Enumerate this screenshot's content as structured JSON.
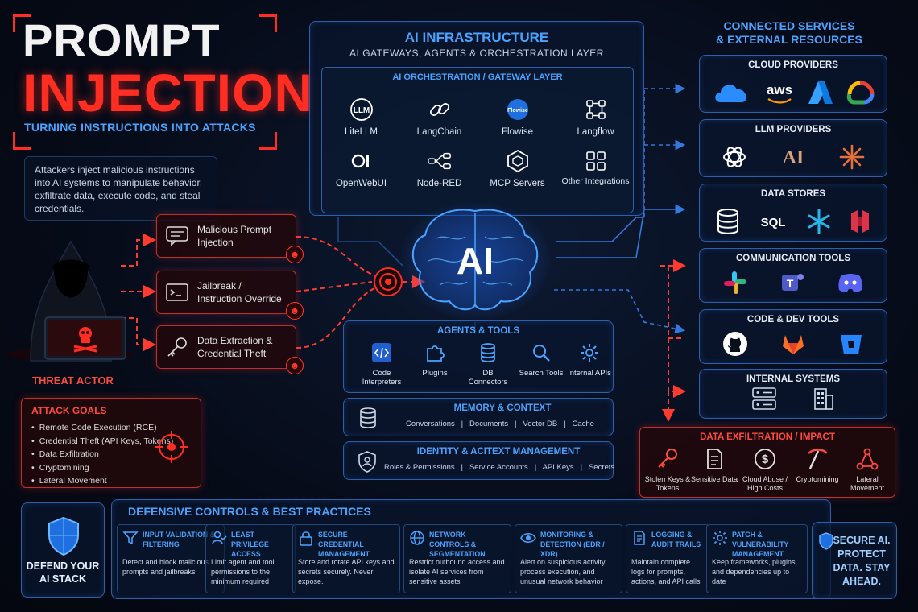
{
  "title": {
    "line1": "PROMPT",
    "line2": "INJECTION",
    "tagline": "TURNING INSTRUCTIONS INTO ATTACKS"
  },
  "intro": "Attackers inject malicious instructions into AI systems to manipulate behavior, exfiltrate data, execute code, and steal credentials.",
  "threat_actor": {
    "label": "THREAT ACTOR"
  },
  "attacks": [
    {
      "label": "Malicious Prompt Injection",
      "icon": "chat-icon"
    },
    {
      "label": "Jailbreak / Instruction Override",
      "icon": "terminal-icon"
    },
    {
      "label": "Data Extraction & Credential Theft",
      "icon": "key-icon"
    }
  ],
  "attack_goals": {
    "title": "ATTACK GOALS",
    "items": [
      "Remote Code Execution (RCE)",
      "Credential Theft (API Keys, Tokens)",
      "Data Exfiltration",
      "Cryptomining",
      "Lateral Movement"
    ]
  },
  "ai_infrastructure": {
    "title": "AI INFRASTRUCTURE",
    "subtitle": "AI GATEWAYS, AGENTS & ORCHESTRATION LAYER",
    "orchestration": {
      "title": "AI ORCHESTRATION / GATEWAY LAYER",
      "tools": [
        {
          "label": "LiteLLM",
          "icon": "litellm-icon"
        },
        {
          "label": "LangChain",
          "icon": "chain-link-icon"
        },
        {
          "label": "Flowise",
          "icon": "flowise-icon"
        },
        {
          "label": "Langflow",
          "icon": "nodes-icon"
        },
        {
          "label": "OpenWebUI",
          "icon": "openwebui-icon"
        },
        {
          "label": "Node-RED",
          "icon": "node-red-icon"
        },
        {
          "label": "MCP Servers",
          "icon": "hexagon-icon"
        },
        {
          "label": "Other Integrations",
          "icon": "grid-icon"
        }
      ]
    }
  },
  "brain_label": "AI",
  "agents_tools": {
    "title": "AGENTS & TOOLS",
    "items": [
      {
        "label": "Code Interpreters",
        "icon": "code-icon"
      },
      {
        "label": "Plugins",
        "icon": "puzzle-icon"
      },
      {
        "label": "DB Connectors",
        "icon": "database-icon"
      },
      {
        "label": "Search Tools",
        "icon": "search-icon"
      },
      {
        "label": "Internal APIs",
        "icon": "gear-icon"
      }
    ]
  },
  "memory": {
    "title": "MEMORY & CONTEXT",
    "items": "Conversations   |   Documents   |   Vector DB   |   Cache"
  },
  "identity": {
    "title": "IDENTITY & ACITEXT MANAGEMENT",
    "items": "Roles & Permissions   |   Service Accounts   |   API Keys   |   Secrets"
  },
  "services": {
    "title_line1": "CONNECTED SERVICES",
    "title_line2": "& EXTERNAL RESOURCES",
    "groups": [
      {
        "title": "CLOUD PROVIDERS",
        "icons": [
          "cloud-icon",
          "aws-logo",
          "azure-logo",
          "gcp-logo"
        ],
        "aws_text": "aws"
      },
      {
        "title": "LLM PROVIDERS",
        "icons": [
          "openai-logo",
          "anthropic-logo",
          "sparkle-logo"
        ],
        "anthropic_text": "AI"
      },
      {
        "title": "DATA STORES",
        "icons": [
          "database-icon",
          "sql-text",
          "snowflake-icon",
          "redshift-icon"
        ],
        "sql_text": "SQL"
      },
      {
        "title": "COMMUNICATION TOOLS",
        "icons": [
          "slack-logo",
          "teams-logo",
          "discord-logo"
        ],
        "teams_text": "T"
      },
      {
        "title": "CODE & DEV TOOLS",
        "icons": [
          "github-logo",
          "gitlab-logo",
          "bitbucket-logo"
        ]
      },
      {
        "title": "INTERNAL SYSTEMS",
        "icons": [
          "server-icon",
          "building-icon"
        ]
      }
    ]
  },
  "exfiltration": {
    "title": "DATA EXFILTRATION / IMPACT",
    "items": [
      {
        "label": "Stolen Keys & Tokens",
        "icon": "key-icon"
      },
      {
        "label": "Sensitive Data",
        "icon": "document-icon"
      },
      {
        "label": "Cloud Abuse / High Costs",
        "icon": "dollar-icon"
      },
      {
        "label": "Cryptomining",
        "icon": "pickaxe-icon"
      },
      {
        "label": "Lateral Movement",
        "icon": "network-icon"
      }
    ]
  },
  "defense": {
    "badge_label": "DEFEND YOUR AI STACK",
    "title": "DEFENSIVE CONTROLS & BEST PRACTICES",
    "controls": [
      {
        "title": "INPUT VALIDATION & FILTERING",
        "desc": "Detect and block malicious prompts and jailbreaks",
        "icon": "filter-icon"
      },
      {
        "title": "LEAST PRIVILEGE ACCESS",
        "desc": "Limit agent and tool permissions to the minimum required",
        "icon": "user-check-icon"
      },
      {
        "title": "SECURE CREDENTIAL MANAGEMENT",
        "desc": "Store and rotate API keys and secrets securely. Never expose.",
        "icon": "lock-icon"
      },
      {
        "title": "NETWORK CONTROLS & SEGMENTATION",
        "desc": "Restrict outbound access and isolate AI services from sensitive assets",
        "icon": "globe-icon"
      },
      {
        "title": "MONITORING & DETECTION (EDR / XDR)",
        "desc": "Alert on suspicious activity, process execution, and unusual network behavior",
        "icon": "eye-icon"
      },
      {
        "title": "LOGGING & AUDIT TRAILS",
        "desc": "Maintain complete logs for prompts, actions, and API calls",
        "icon": "log-icon"
      },
      {
        "title": "PATCH & VULNERABILITY MANAGEMENT",
        "desc": "Keep frameworks, plugins, and dependencies up to date",
        "icon": "gear-shield-icon"
      }
    ],
    "secure_message": "SECURE AI. PROTECT DATA. STAY AHEAD."
  },
  "colors": {
    "accent_blue": "#4aa3ff",
    "accent_red": "#ff2d22",
    "panel_border": "#2f5fa8",
    "background": "#060b18"
  }
}
